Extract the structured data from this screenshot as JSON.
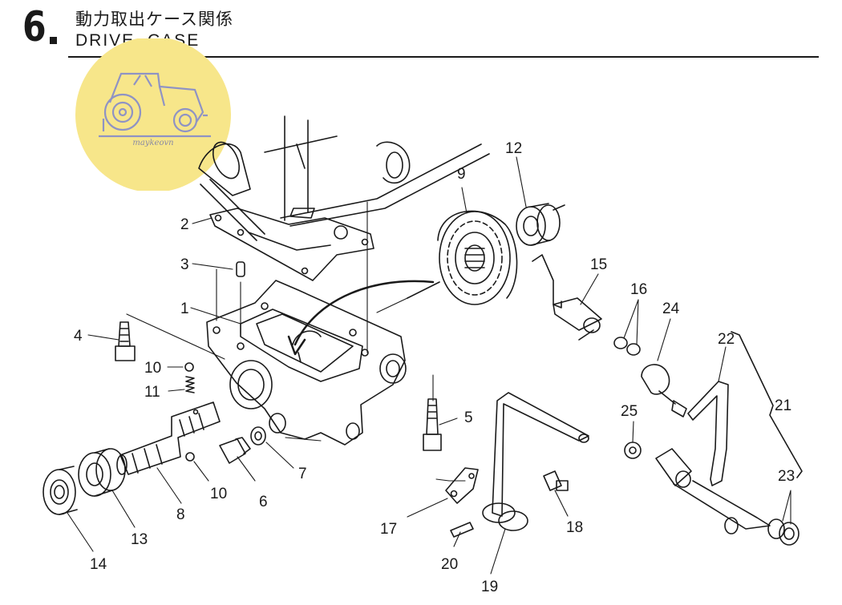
{
  "header": {
    "section_number": "6",
    "title_jp": "動力取出ケース関係",
    "title_en": "DRIVE CASE"
  },
  "watermark": {
    "icon": "tractor-icon",
    "text": "maykeovn",
    "color": "#f7e68a"
  },
  "callouts": {
    "c1": "1",
    "c2": "2",
    "c3": "3",
    "c4": "4",
    "c5": "5",
    "c6": "6",
    "c7": "7",
    "c8": "8",
    "c9": "9",
    "c10a": "10",
    "c10b": "10",
    "c11": "11",
    "c12": "12",
    "c13": "13",
    "c14": "14",
    "c15": "15",
    "c16": "16",
    "c17": "17",
    "c18": "18",
    "c19": "19",
    "c20": "20",
    "c21": "21",
    "c22": "22",
    "c23": "23",
    "c24": "24",
    "c25": "25"
  }
}
